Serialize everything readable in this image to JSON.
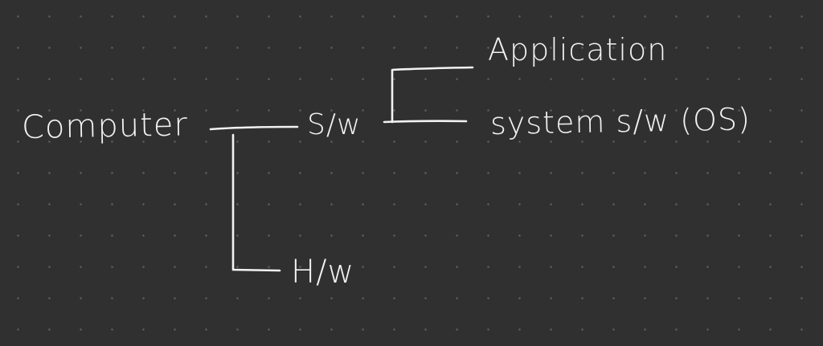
{
  "diagram": {
    "root": "Computer",
    "branches": [
      {
        "label": "S/w",
        "children": [
          "Application",
          "system s/w (OS)"
        ]
      },
      {
        "label": "H/w",
        "children": []
      }
    ]
  },
  "colors": {
    "background": "#303030",
    "ink": "#f2f2f2",
    "dot_grid": "#5c5c5c"
  }
}
